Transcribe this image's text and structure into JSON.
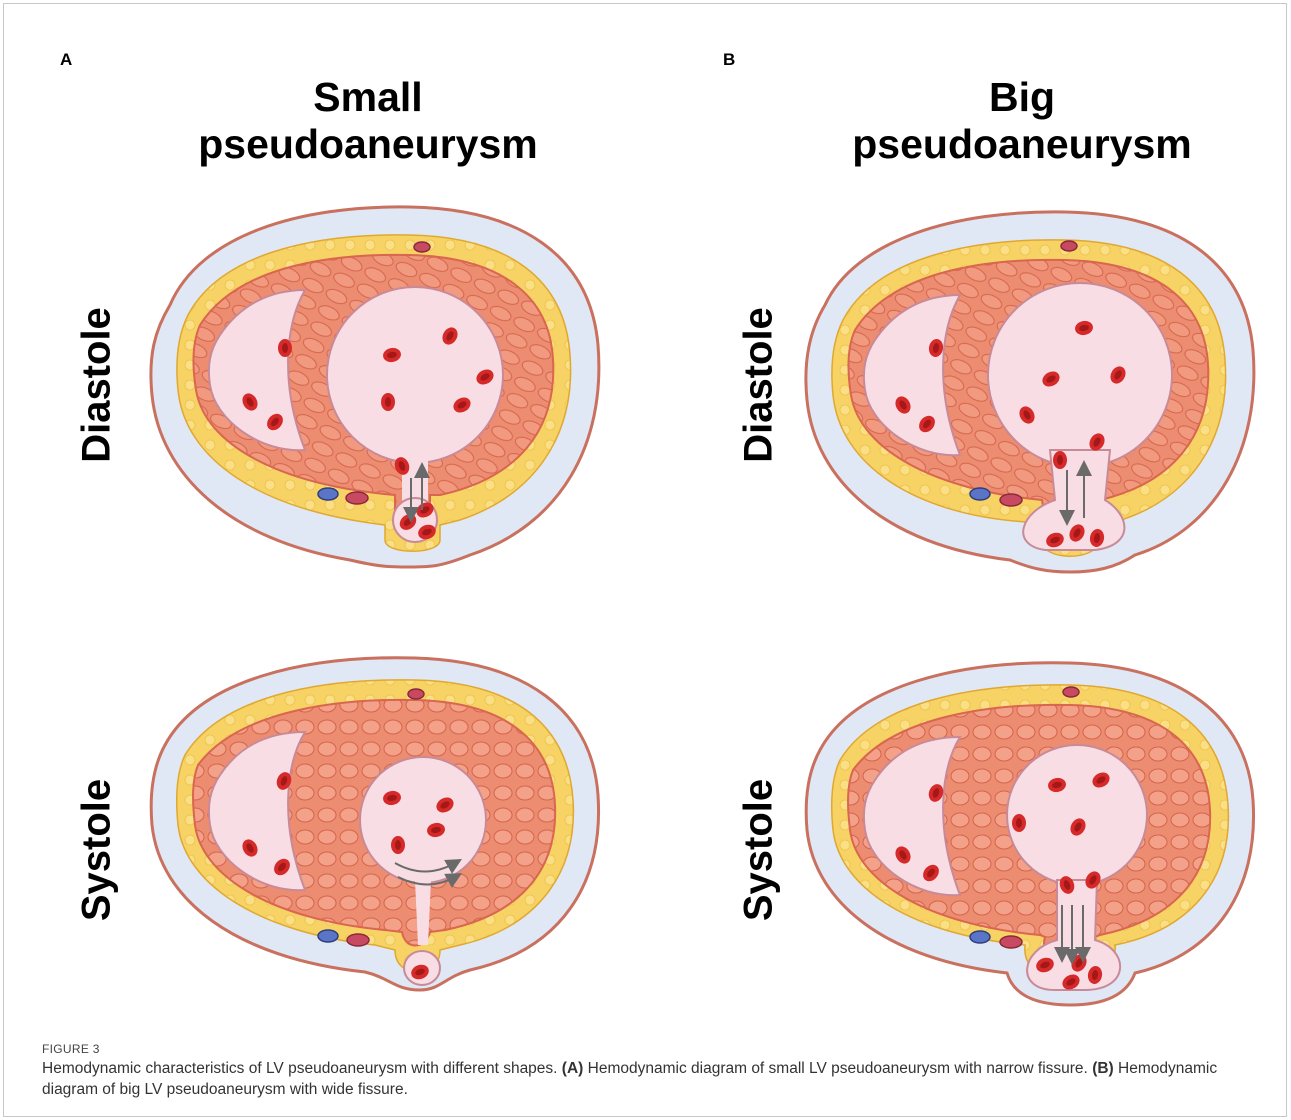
{
  "panels": {
    "a": {
      "letter": "A",
      "title_line1": "Small",
      "title_line2": "pseudoaneurysm"
    },
    "b": {
      "letter": "B",
      "title_line1": "Big",
      "title_line2": "pseudoaneurysm"
    }
  },
  "rows": {
    "diastole": "Diastole",
    "systole": "Systole"
  },
  "caption": {
    "figure_label": "FIGURE 3",
    "intro": "Hemodynamic characteristics of LV pseudoaneurysm with different shapes.",
    "a_marker": "(A)",
    "a_text": "Hemodynamic diagram of small LV pseudoaneurysm with narrow fissure.",
    "b_marker": "(B)",
    "b_text": "Hemodynamic diagram of big LV pseudoaneurysm with wide fissure."
  },
  "colors": {
    "pericardium_fill": "#dfe8f4",
    "pericardium_stroke": "#c9705f",
    "fat": "#f7d264",
    "myocardium": "#ec8c70",
    "myocardium_dark": "#d9664f",
    "cavity": "#f8dde4",
    "rbc": "#d62a2a",
    "vessel_blue": "#5a74c8",
    "vessel_red": "#c84a62",
    "arrow": "#6a6a6a"
  }
}
